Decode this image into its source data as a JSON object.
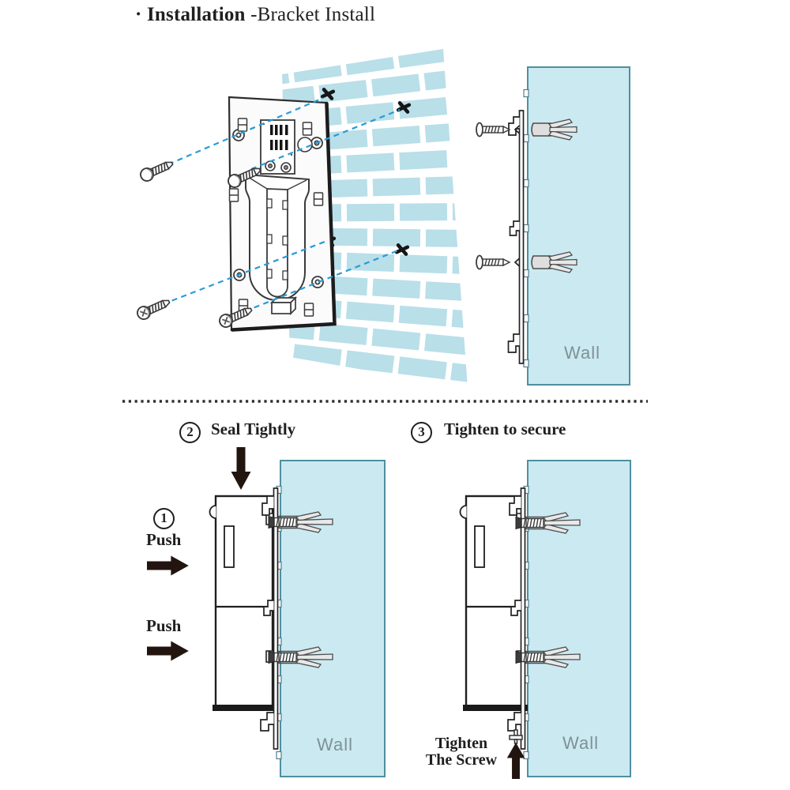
{
  "title": {
    "prefix": "· Installation",
    "suffix": " -Bracket Install"
  },
  "steps": {
    "step1": {
      "number": "1",
      "push_labels": [
        "Push",
        "Push"
      ]
    },
    "step2": {
      "number": "2",
      "label": "Seal Tightly"
    },
    "step3": {
      "number": "3",
      "label": "Tighten to secure"
    }
  },
  "annotations": {
    "tighten_note": {
      "line1": "Tighten",
      "line2": "The Screw"
    },
    "wall_label": "Wall"
  },
  "colors": {
    "wall_fill": "#cbe9f1",
    "brick_fill": "#b9dfe9",
    "wall_border": "#4f8fa0",
    "dashed_guide": "#2a9bd5",
    "arrow": "#22150f",
    "outline": "#2e2e2e",
    "wall_text": "#7e9196",
    "text": "#1f1f1f"
  }
}
